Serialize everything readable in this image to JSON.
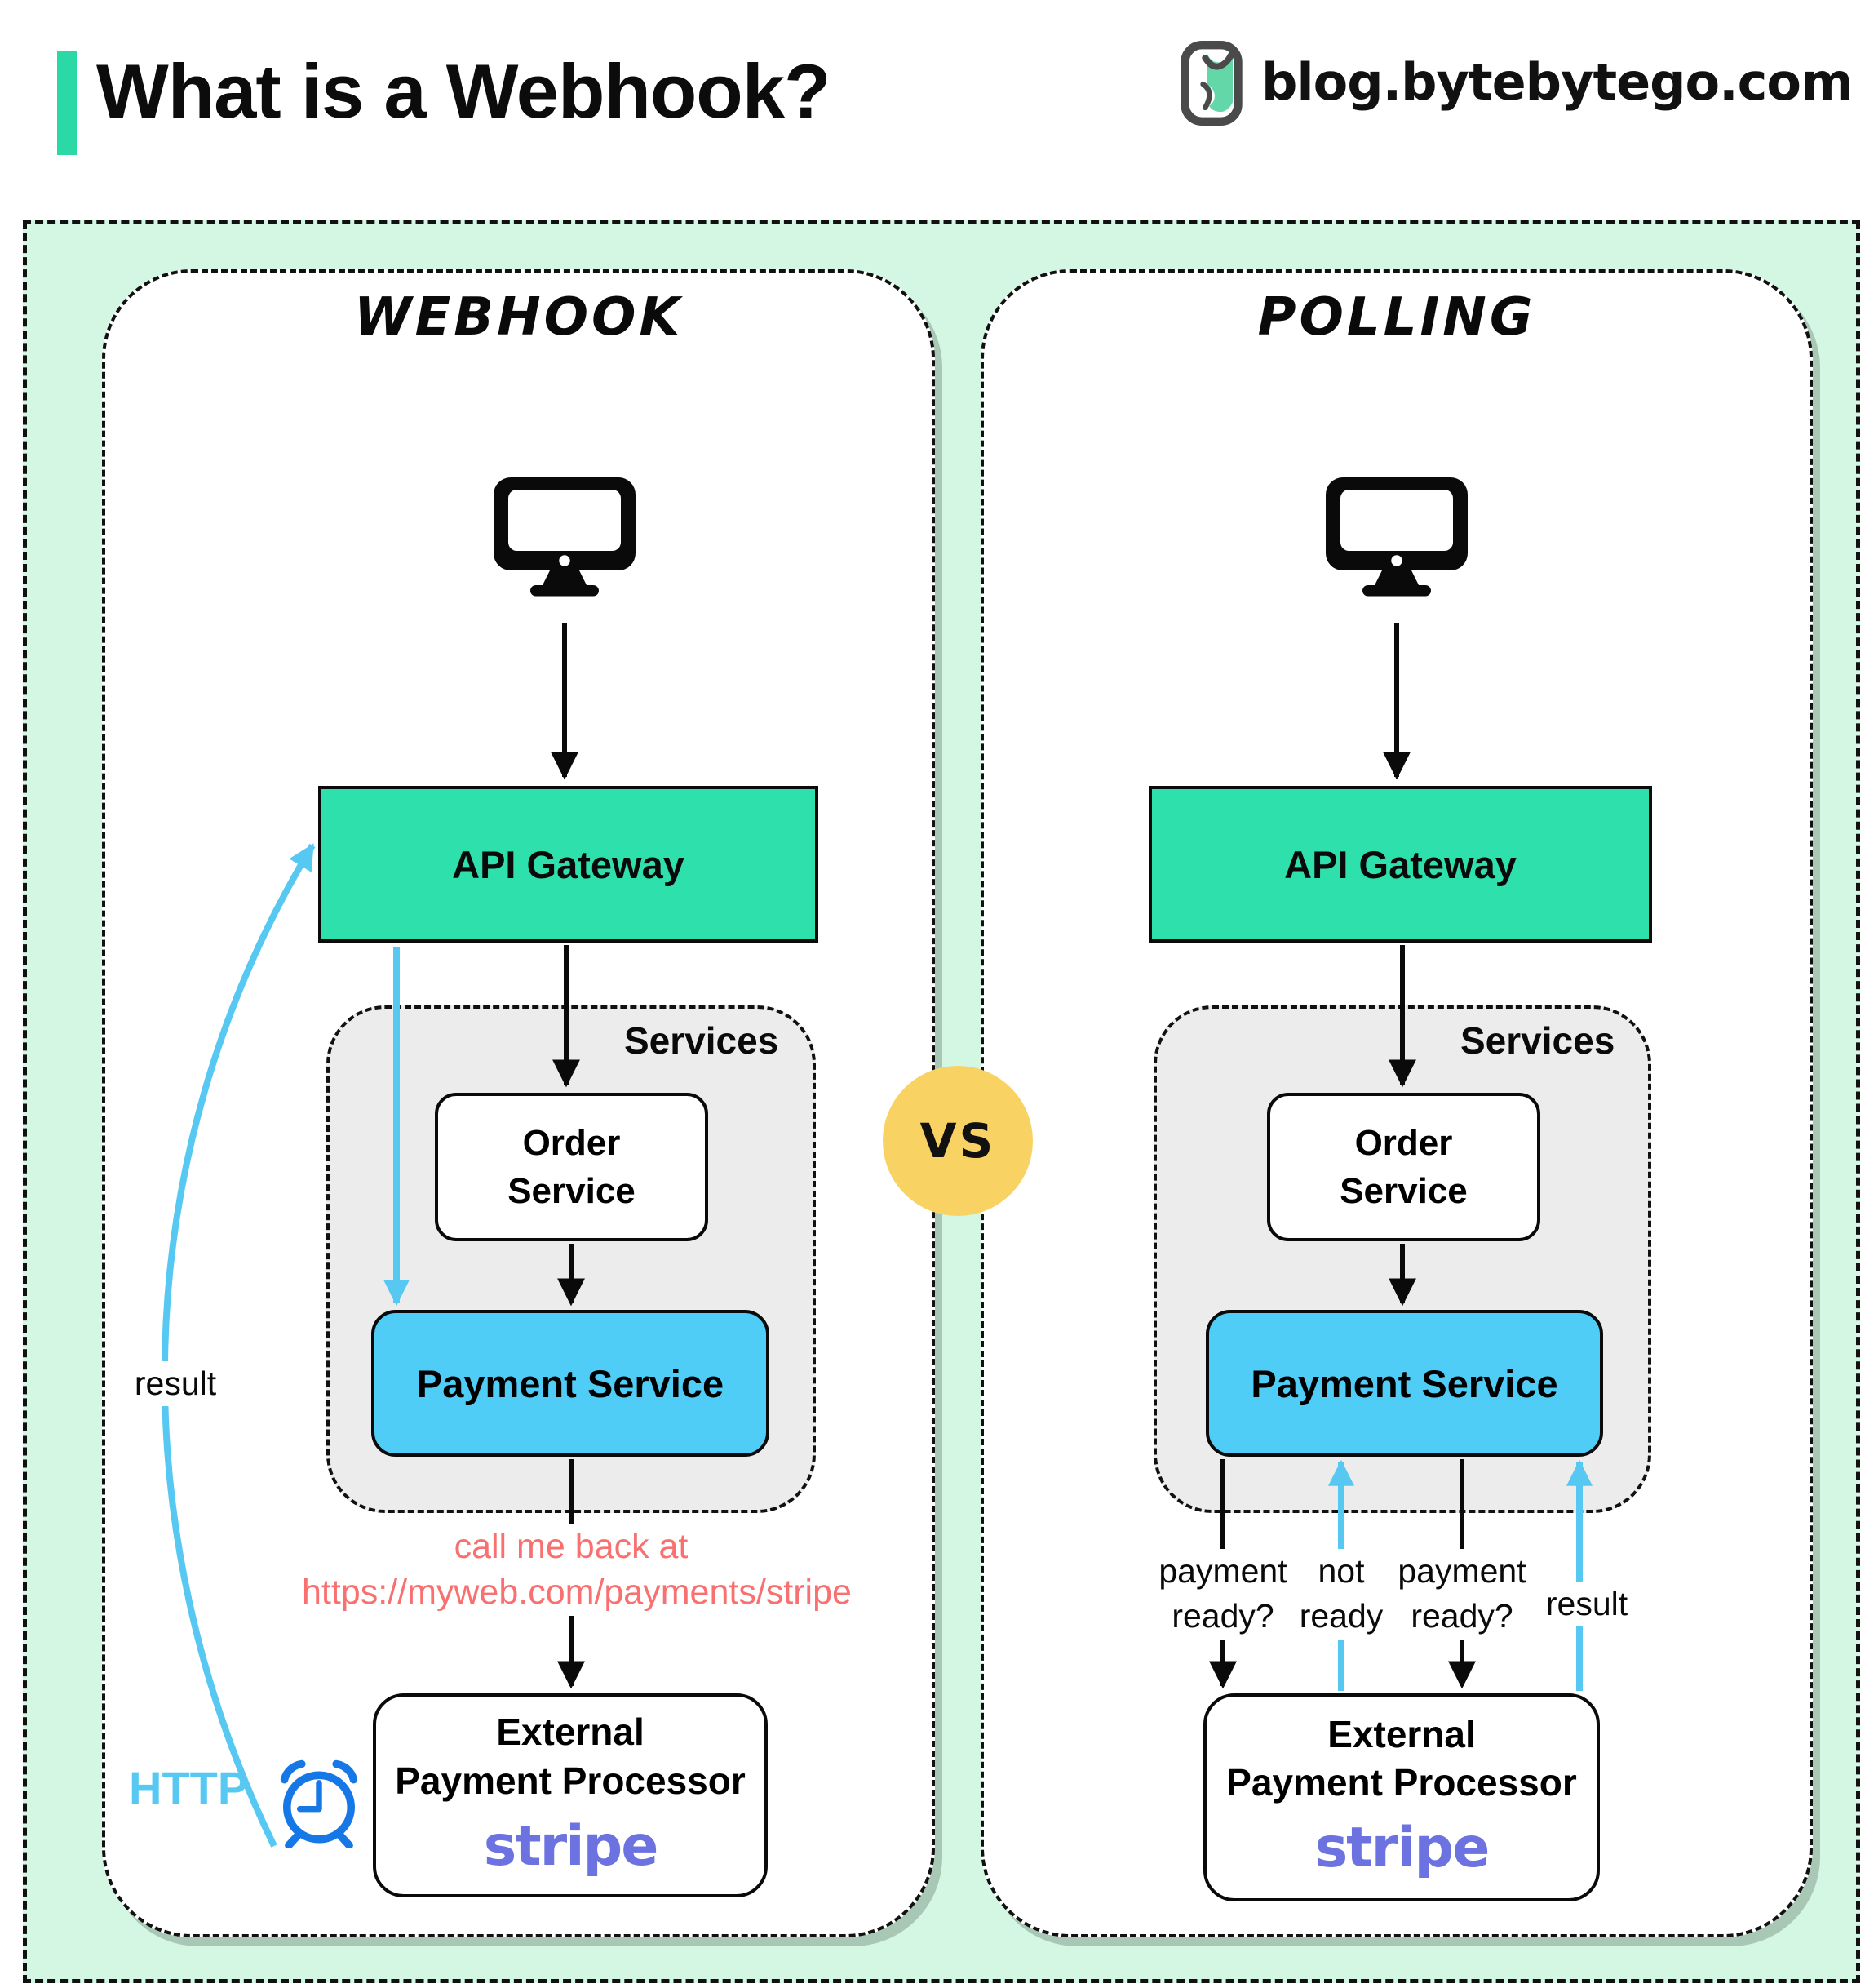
{
  "header": {
    "title": "What is a Webhook?",
    "site": "blog.bytebytego.com"
  },
  "vs_label": "VS",
  "webhook_panel": {
    "title": "Webhook",
    "api_gateway": "API Gateway",
    "services_label": "Services",
    "order_service_line1": "Order",
    "order_service_line2": "Service",
    "payment_service": "Payment Service",
    "callback_line1": "call me back at",
    "callback_line2": "https://myweb.com/payments/stripe",
    "external_line1": "External",
    "external_line2": "Payment Processor",
    "stripe_logo": "stripe",
    "result_label": "result",
    "http_label": "HTTP"
  },
  "polling_panel": {
    "title": "Polling",
    "api_gateway": "API Gateway",
    "services_label": "Services",
    "order_service_line1": "Order",
    "order_service_line2": "Service",
    "payment_service": "Payment Service",
    "arrow_labels": [
      "payment ready?",
      "not ready",
      "payment ready?",
      "result"
    ],
    "external_line1": "External",
    "external_line2": "Payment Processor",
    "stripe_logo": "stripe"
  },
  "colors": {
    "mint": "#d4f7e3",
    "teal": "#2de0ac",
    "accent": "#2bd9a6",
    "bluebox": "#4fcdf7",
    "arrowblue": "#56c8f2",
    "yellow": "#f8d364",
    "salmon": "#f87070",
    "stripe": "#6c72e0",
    "clockblue": "#1678e6",
    "gray": "#ececec"
  }
}
